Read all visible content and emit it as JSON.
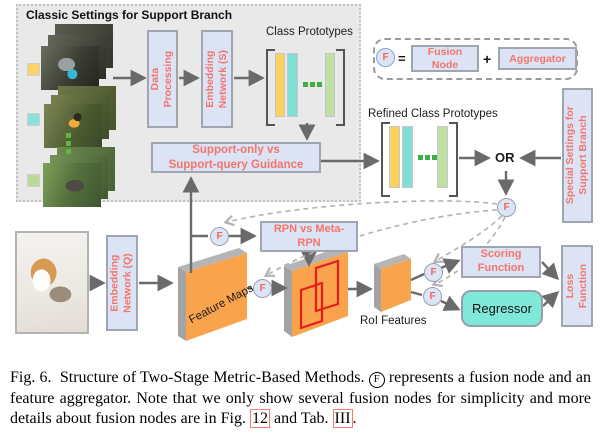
{
  "figure": {
    "classic": {
      "title": "Classic Settings for Support Branch",
      "data_processing": {
        "line1": "Data",
        "line2": "Processing"
      },
      "embedding_s": {
        "line1": "Embedding",
        "line2": "Network (S)"
      },
      "class_prototypes_label": "Class Prototypes",
      "guidance": {
        "line1": "Support-only vs",
        "line2": "Support-query Guidance"
      }
    },
    "legend": {
      "f": "F",
      "equals": "=",
      "fusion_node": {
        "line1": "Fusion",
        "line2": "Node"
      },
      "plus": "+",
      "aggregator": "Aggregator"
    },
    "refined": {
      "label": "Refined Class Prototypes",
      "or": "OR"
    },
    "special_settings": {
      "line1": "Special Settings for",
      "line2": "Support Branch"
    },
    "query_branch": {
      "embedding_q": {
        "line1": "Embedding",
        "line2": "Network (Q)"
      },
      "feature_maps_label": "Feature Maps",
      "rpn": {
        "line1": "RPN vs Meta-",
        "line2": "RPN"
      },
      "roi_label": "RoI Features",
      "scoring": {
        "line1": "Scoring",
        "line2": "Function"
      },
      "regressor": "Regressor",
      "loss": {
        "line1": "Loss",
        "line2": "Function"
      }
    },
    "fusion": {
      "label": "F"
    },
    "colors": {
      "box_fill": "#dbe3f4",
      "accent_red": "#f4756c",
      "regressor_teal": "#80e8d8",
      "slab_orange": "#f9a34c",
      "bar_yellow": "#f9d262",
      "bar_teal": "#7fdfd7",
      "bar_green": "#bfdfa5",
      "proposal_red": "#e81c1c",
      "classic_bg": "#e9e9e9"
    }
  },
  "caption": {
    "part1": "Fig. 6.  Structure of Two-Stage Metric-Based Methods. ",
    "f_symbol": "F",
    "part2": " represents a fusion node and an feature aggregator. Note that we only show several fusion nodes for simplicity and more details about fusion nodes are in Fig. ",
    "fig_ref": "12",
    "part3": " and Tab. ",
    "tab_ref": "III",
    "part4": "."
  }
}
